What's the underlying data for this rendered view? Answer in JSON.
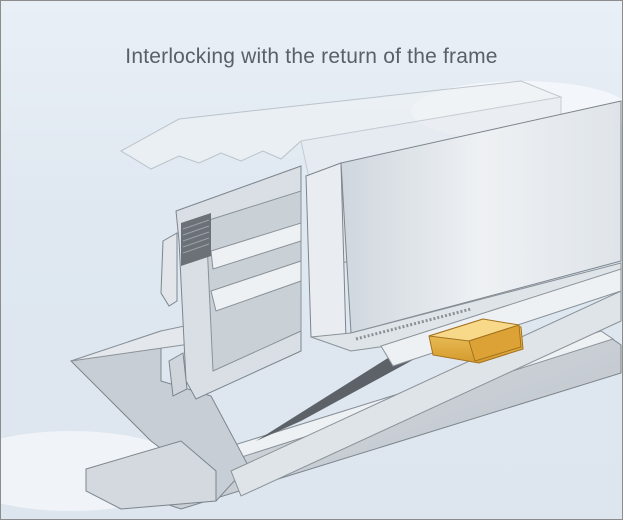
{
  "caption": "Interlocking with the return of the frame",
  "colors": {
    "background": "#e3ebf3",
    "aluminium_light": "#e6eaee",
    "aluminium_mid": "#c5ccd3",
    "aluminium_dark": "#8e959c",
    "gasket": "#6a6f75",
    "clip_gold": "#e8b54a",
    "caption_text": "#5b5f66"
  },
  "parts": [
    "return-profile-top",
    "frame-upright",
    "box-section",
    "gasket-strip",
    "glazing-bar-base",
    "end-clip"
  ]
}
